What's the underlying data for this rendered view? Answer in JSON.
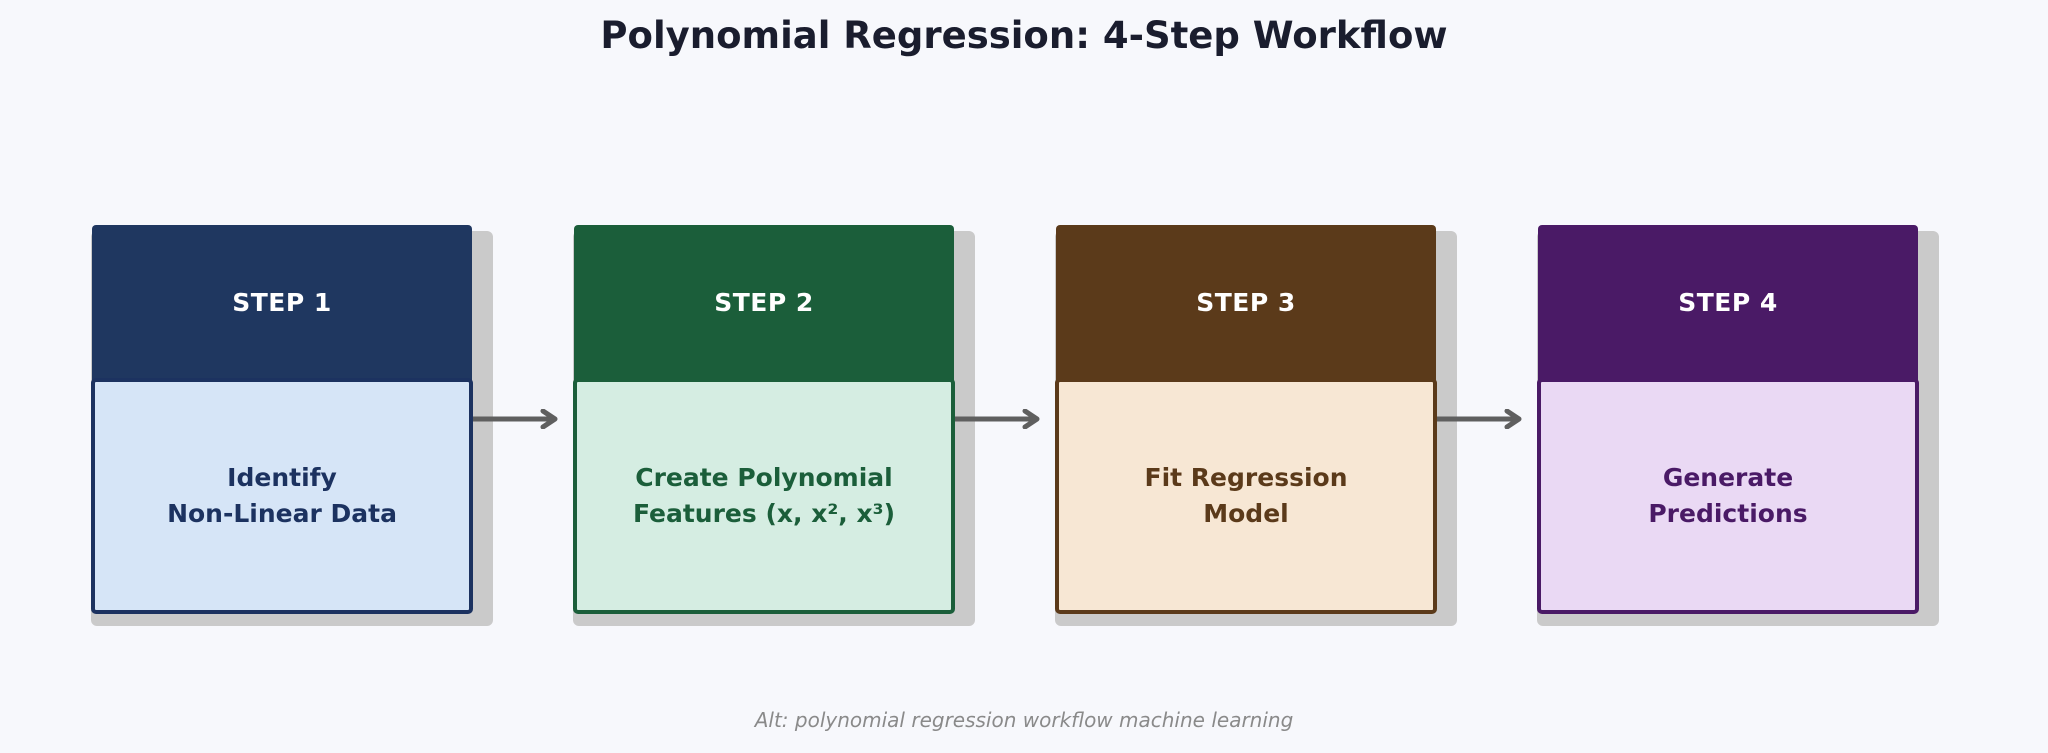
{
  "title": "Polynomial Regression: 4-Step Workflow",
  "steps": [
    {
      "header": "STEP 1",
      "lines": [
        "Identify",
        "Non-Linear Data"
      ],
      "colors": {
        "header": "#1f3760",
        "body": "#d6e5f7",
        "border": "#1c3260",
        "text": "#1c3260"
      }
    },
    {
      "header": "STEP 2",
      "lines": [
        "Create Polynomial",
        "Features (x, x², x³)"
      ],
      "colors": {
        "header": "#1b5e3a",
        "body": "#d5ede2",
        "border": "#1b5e3a",
        "text": "#1b5e3a"
      }
    },
    {
      "header": "STEP 3",
      "lines": [
        "Fit Regression",
        "Model"
      ],
      "colors": {
        "header": "#5b3a1a",
        "body": "#f7e7d4",
        "border": "#5b3a1a",
        "text": "#5b3a1a"
      }
    },
    {
      "header": "STEP 4",
      "lines": [
        "Generate",
        "Predictions"
      ],
      "colors": {
        "header": "#4a1a66",
        "body": "#ead9f4",
        "border": "#4a1a66",
        "text": "#4a1a66"
      }
    }
  ],
  "arrow_color": "#5f5f5f",
  "footer": "Alt: polynomial regression workflow machine learning"
}
